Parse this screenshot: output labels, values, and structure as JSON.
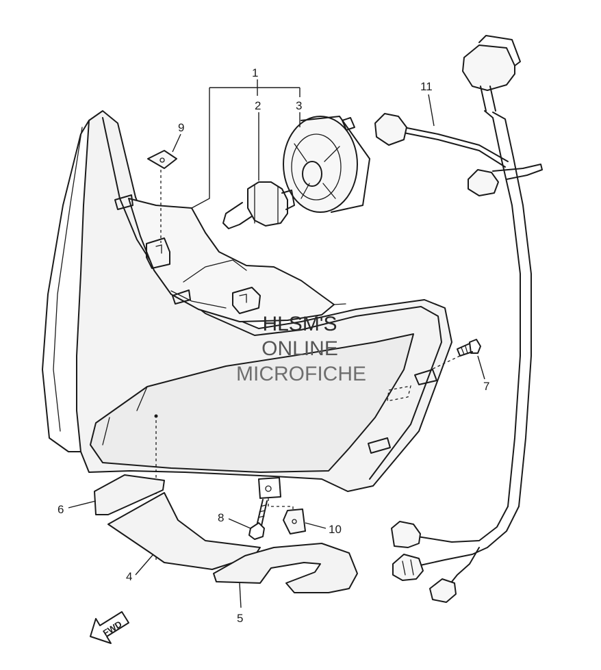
{
  "diagram": {
    "callouts": {
      "c1": "1",
      "c2": "2",
      "c3": "3",
      "c4": "4",
      "c5": "5",
      "c6": "6",
      "c7": "7",
      "c8": "8",
      "c9": "9",
      "c10": "10",
      "c11": "11"
    },
    "watermark": [
      "HLSM'S",
      "ONLINE",
      "MICROFICHE"
    ],
    "direction_label": "FWD",
    "colors": {
      "line": "#1a1a1a",
      "watermark_1": "#2a2a2a",
      "watermark_2": "#555555",
      "watermark_3": "#6e6e6e"
    }
  }
}
